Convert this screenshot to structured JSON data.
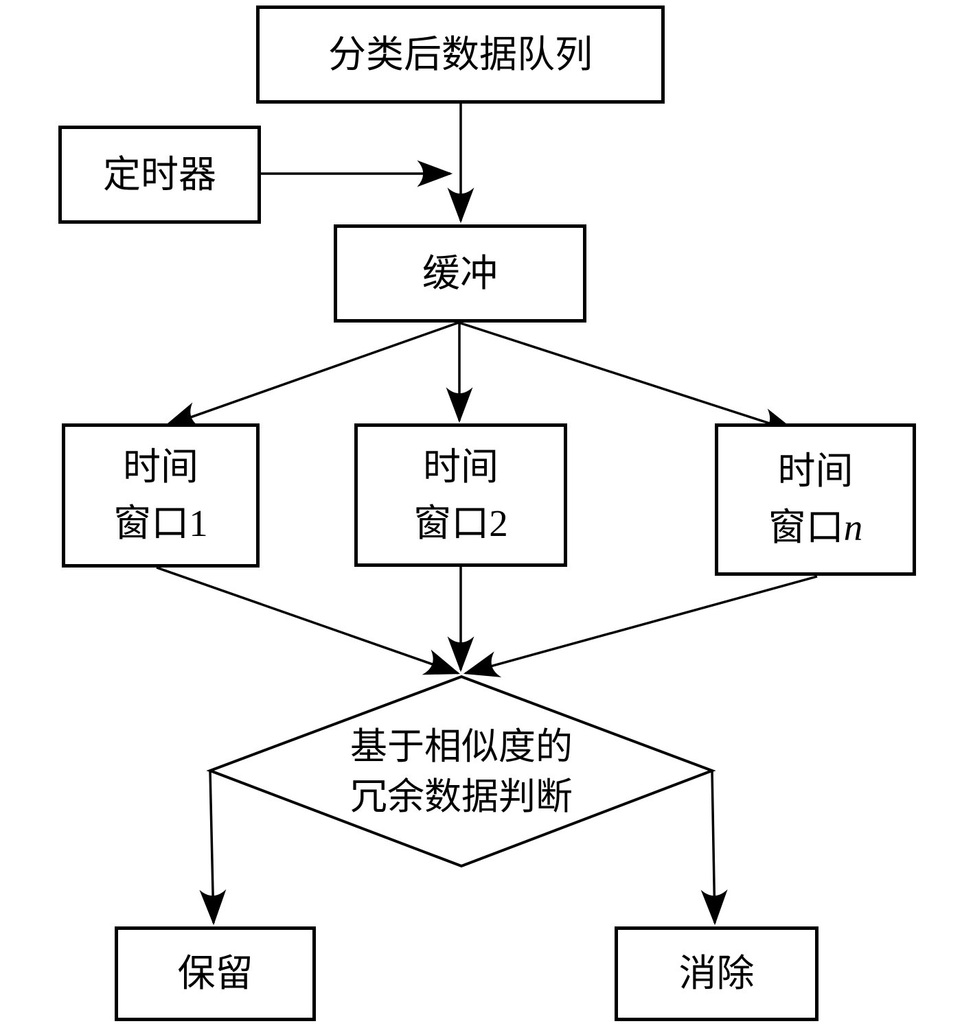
{
  "diagram": {
    "colors": {
      "stroke": "#000000",
      "background": "#ffffff"
    },
    "nodes": {
      "queue": {
        "label": "分类后数据队列"
      },
      "timer": {
        "label": "定时器"
      },
      "buffer": {
        "label": "缓冲"
      },
      "window1": {
        "line1": "时间",
        "line2_prefix": "窗口",
        "line2_suffix": "1"
      },
      "window2": {
        "line1": "时间",
        "line2_prefix": "窗口",
        "line2_suffix": "2"
      },
      "window_n": {
        "line1": "时间",
        "line2_prefix": "窗口",
        "line2_suffix": "n"
      },
      "decision": {
        "line1": "基于相似度的",
        "line2": "冗余数据判断"
      },
      "keep": {
        "label": "保留"
      },
      "eliminate": {
        "label": "消除"
      }
    },
    "edges": [
      {
        "from": "queue",
        "to": "buffer"
      },
      {
        "from": "timer",
        "to": "buffer"
      },
      {
        "from": "buffer",
        "to": "window1"
      },
      {
        "from": "buffer",
        "to": "window2"
      },
      {
        "from": "buffer",
        "to": "window_n"
      },
      {
        "from": "window1",
        "to": "decision"
      },
      {
        "from": "window2",
        "to": "decision"
      },
      {
        "from": "window_n",
        "to": "decision"
      },
      {
        "from": "decision",
        "to": "keep"
      },
      {
        "from": "decision",
        "to": "eliminate"
      }
    ]
  }
}
